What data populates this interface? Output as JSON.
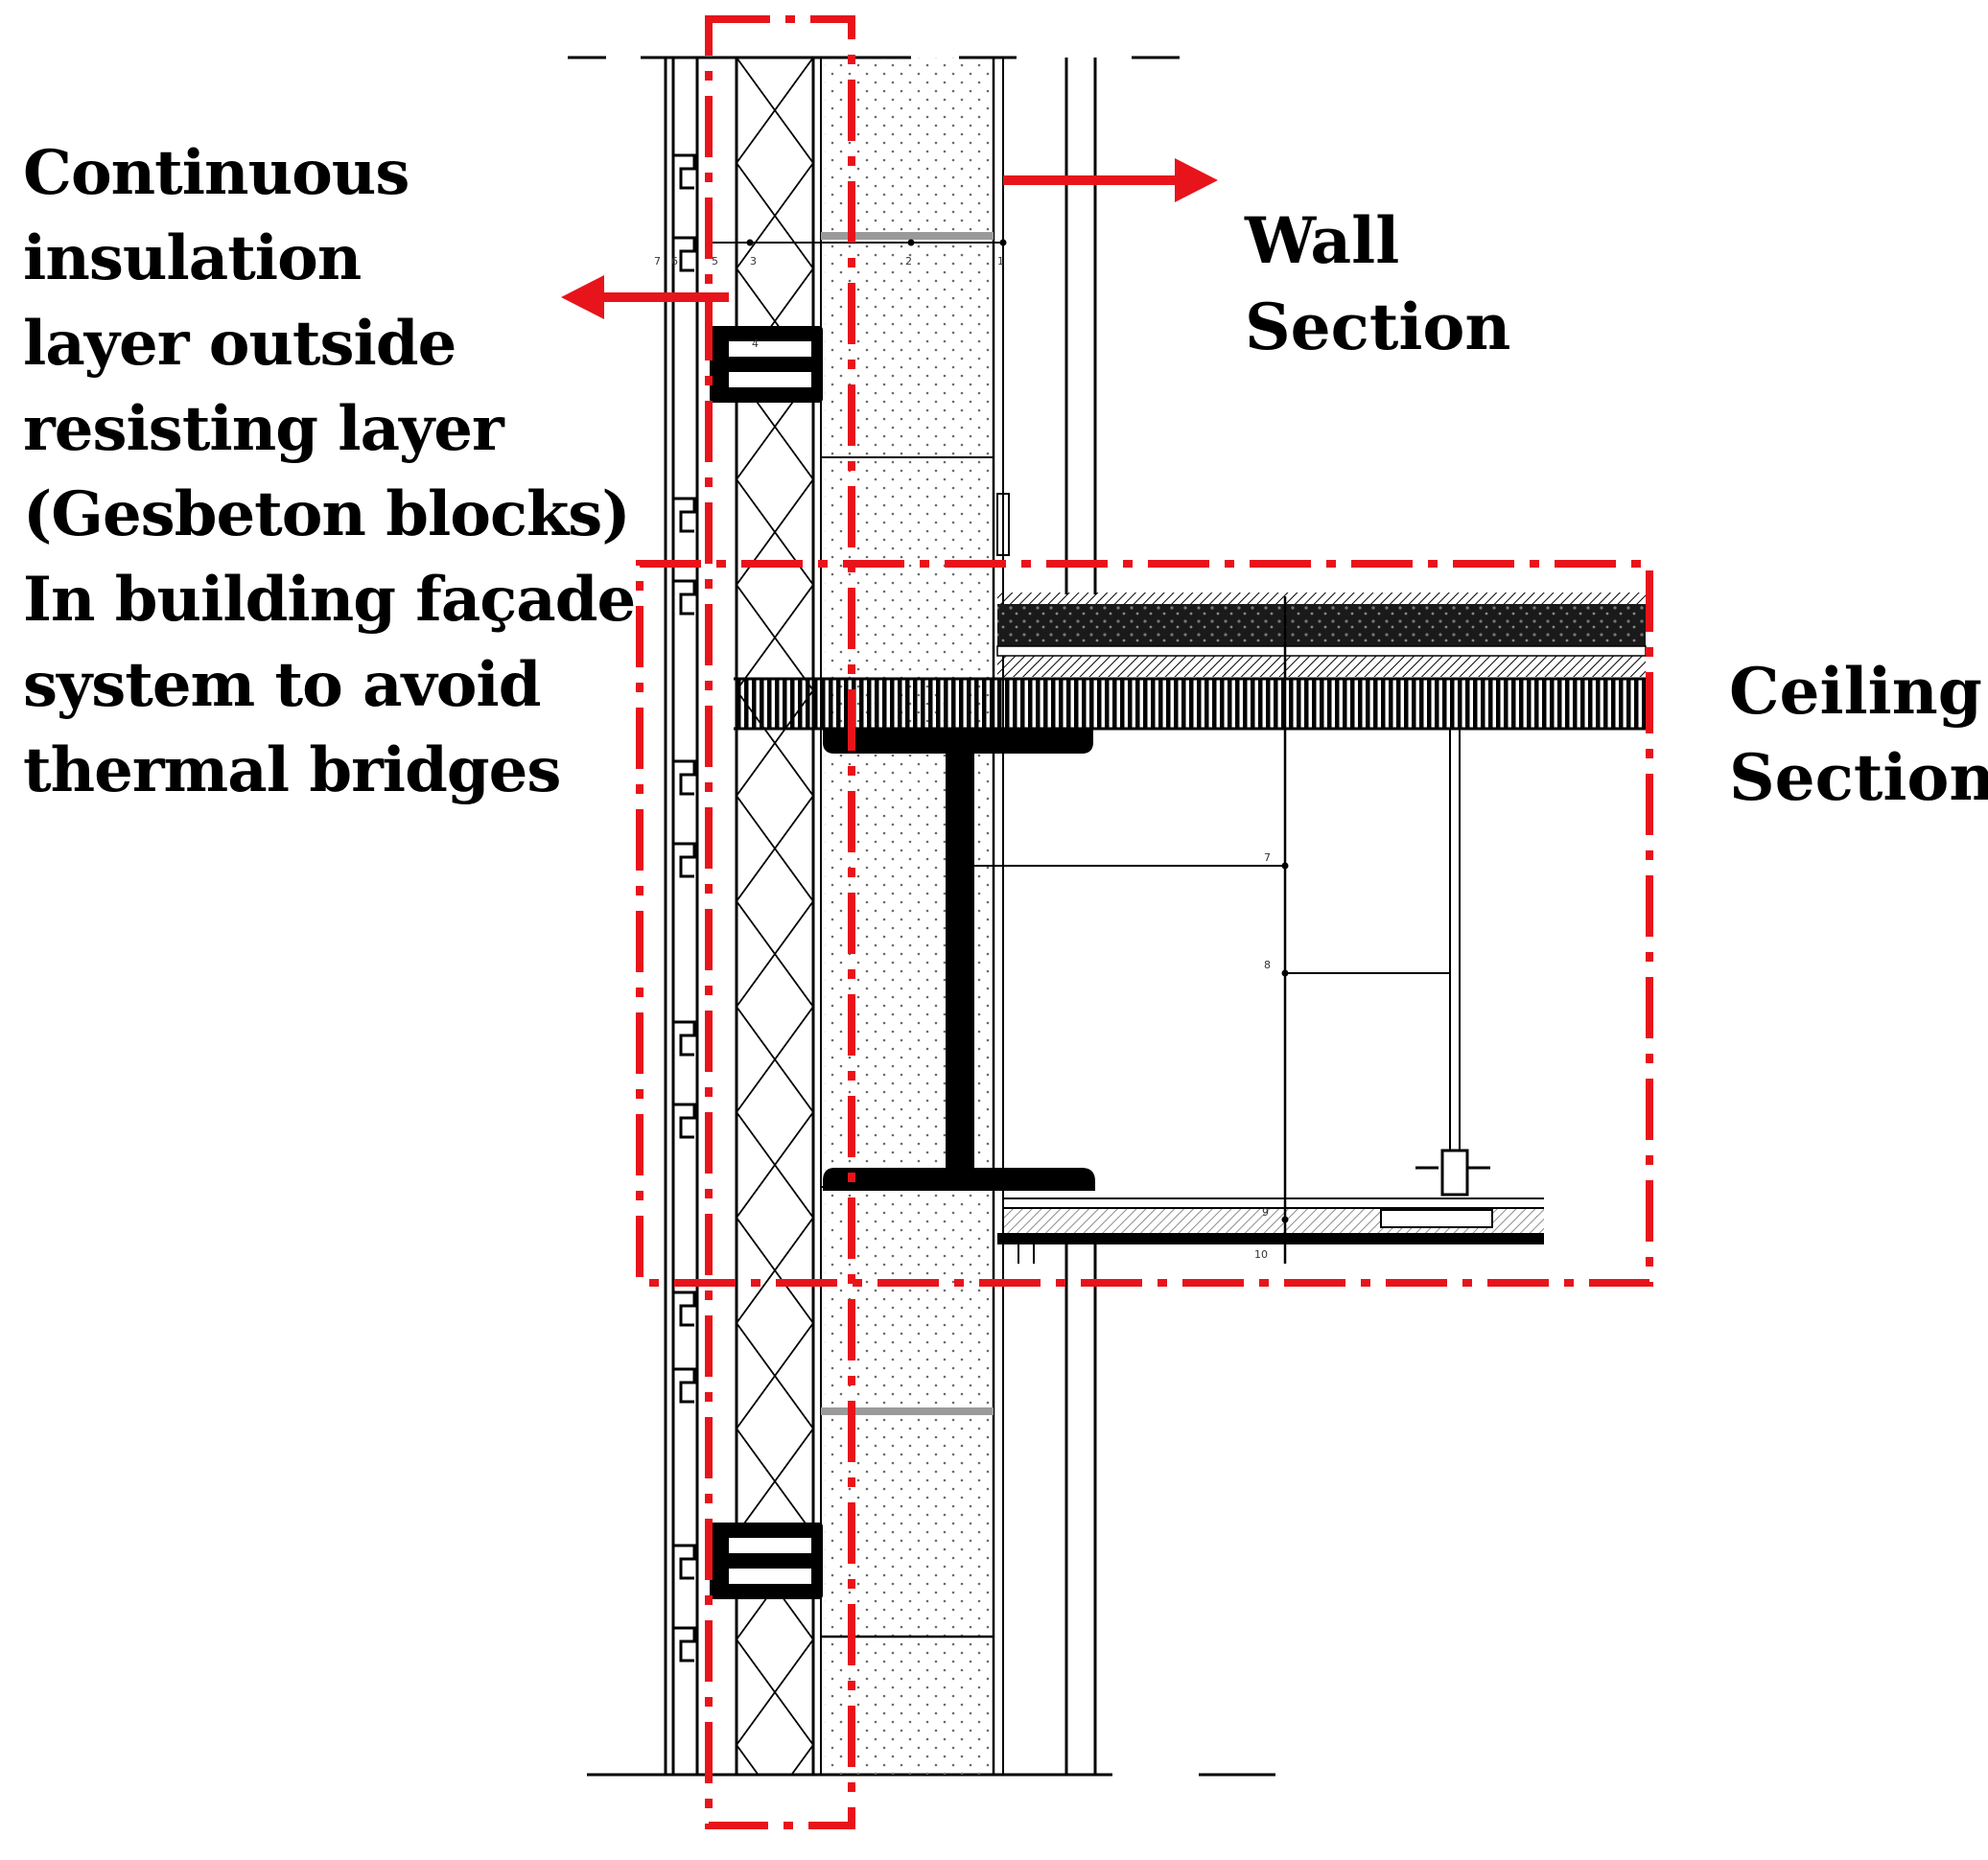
{
  "annotations": {
    "insulation": {
      "lines": [
        "Continuous",
        "insulation",
        "layer outside",
        "resisting layer",
        "(Gesbeton blocks)",
        "In building façade",
        "system to avoid",
        "thermal bridges"
      ]
    },
    "wall_section": {
      "lines": [
        "Wall",
        "Section"
      ]
    },
    "ceiling_section": {
      "lines": [
        "Ceiling",
        "Section"
      ]
    }
  },
  "detail_tags": {
    "wall": [
      "7",
      "6",
      "5",
      "3",
      "2",
      "1"
    ],
    "bracket": "4",
    "ceiling": [
      "7",
      "8",
      "9",
      "10"
    ]
  },
  "colors": {
    "highlight": "#e8141b",
    "linework": "#000000"
  }
}
